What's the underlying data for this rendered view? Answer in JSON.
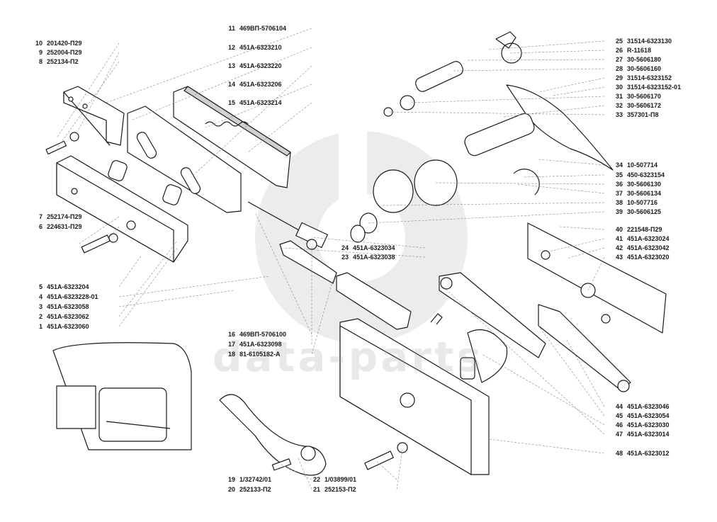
{
  "watermark": "data-parts",
  "colors": {
    "line": "#1a1a1a",
    "watermark": "#9a9a9a",
    "shade": "#d0d0d0"
  },
  "callouts": [
    {
      "n": "1",
      "part": "451А-6323060"
    },
    {
      "n": "2",
      "part": "451А-6323062"
    },
    {
      "n": "3",
      "part": "451А-6323058"
    },
    {
      "n": "4",
      "part": "451А-6323228-01"
    },
    {
      "n": "5",
      "part": "451А-6323204"
    },
    {
      "n": "6",
      "part": "224631-П29"
    },
    {
      "n": "7",
      "part": "252174-П29"
    },
    {
      "n": "8",
      "part": "252134-П2"
    },
    {
      "n": "9",
      "part": "252004-П29"
    },
    {
      "n": "10",
      "part": "201420-П29"
    },
    {
      "n": "11",
      "part": "469ВП-5706104"
    },
    {
      "n": "12",
      "part": "451А-6323210"
    },
    {
      "n": "13",
      "part": "451А-6323220"
    },
    {
      "n": "14",
      "part": "451А-6323206"
    },
    {
      "n": "15",
      "part": "451А-6323214"
    },
    {
      "n": "16",
      "part": "469ВП-5706100"
    },
    {
      "n": "17",
      "part": "451А-6323098"
    },
    {
      "n": "18",
      "part": "81-6105182-А"
    },
    {
      "n": "19",
      "part": "1/32742/01"
    },
    {
      "n": "20",
      "part": "252133-П2"
    },
    {
      "n": "21",
      "part": "252153-П2"
    },
    {
      "n": "22",
      "part": "1/03899/01"
    },
    {
      "n": "23",
      "part": "451А-6323038"
    },
    {
      "n": "24",
      "part": "451А-6323034"
    },
    {
      "n": "25",
      "part": "31514-6323130"
    },
    {
      "n": "26",
      "part": "R-11618"
    },
    {
      "n": "27",
      "part": "30-5606180"
    },
    {
      "n": "28",
      "part": "30-5606160"
    },
    {
      "n": "29",
      "part": "31514-6323152"
    },
    {
      "n": "30",
      "part": "31514-6323152-01"
    },
    {
      "n": "31",
      "part": "30-5606170"
    },
    {
      "n": "32",
      "part": "30-5606172"
    },
    {
      "n": "33",
      "part": "357301-П8"
    },
    {
      "n": "34",
      "part": "10-507714"
    },
    {
      "n": "35",
      "part": "450-6323154"
    },
    {
      "n": "36",
      "part": "30-5606130"
    },
    {
      "n": "37",
      "part": "30-5606134"
    },
    {
      "n": "38",
      "part": "10-507716"
    },
    {
      "n": "39",
      "part": "30-5606125"
    },
    {
      "n": "40",
      "part": "221548-П29"
    },
    {
      "n": "41",
      "part": "451А-6323024"
    },
    {
      "n": "42",
      "part": "451А-6323042"
    },
    {
      "n": "43",
      "part": "451А-6323020"
    },
    {
      "n": "44",
      "part": "451А-6323046"
    },
    {
      "n": "45",
      "part": "451А-6323054"
    },
    {
      "n": "46",
      "part": "451А-6323030"
    },
    {
      "n": "47",
      "part": "451А-6323014"
    },
    {
      "n": "48",
      "part": "451А-6323012"
    }
  ]
}
